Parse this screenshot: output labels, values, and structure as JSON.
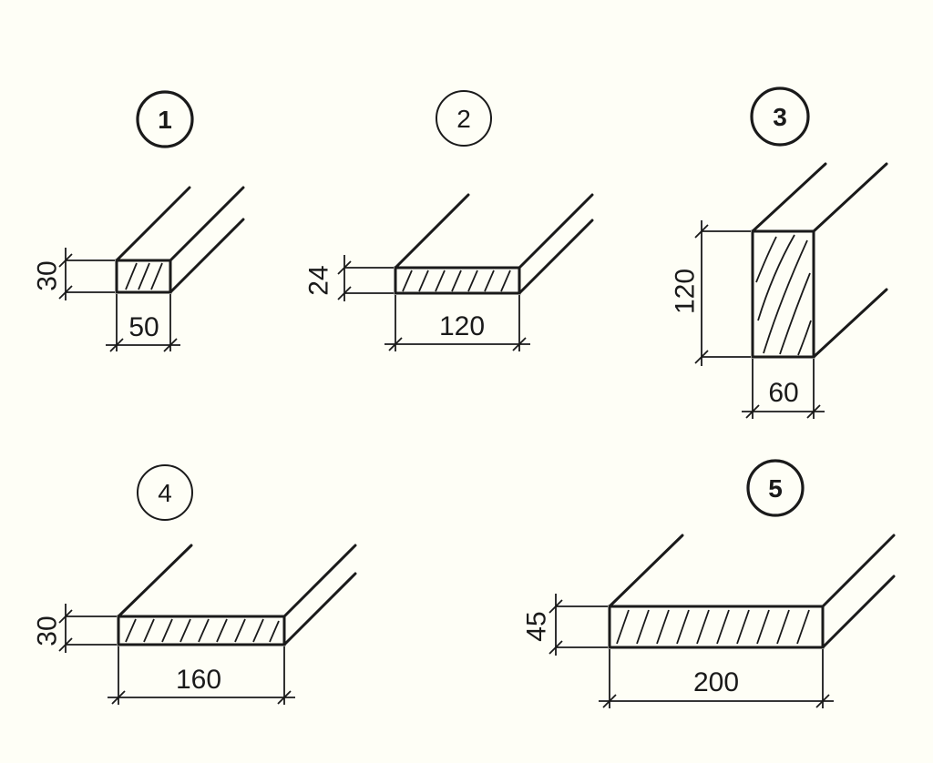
{
  "colors": {
    "ink": "#1a1a1a",
    "paper": "#fefef6"
  },
  "sections": [
    {
      "badge": "1",
      "bold": true,
      "thickness": "30",
      "width": "50"
    },
    {
      "badge": "2",
      "bold": false,
      "thickness": "24",
      "width": "120"
    },
    {
      "badge": "3",
      "bold": true,
      "thickness": "120",
      "width": "60"
    },
    {
      "badge": "4",
      "bold": false,
      "thickness": "30",
      "width": "160"
    },
    {
      "badge": "5",
      "bold": true,
      "thickness": "45",
      "width": "200"
    }
  ]
}
